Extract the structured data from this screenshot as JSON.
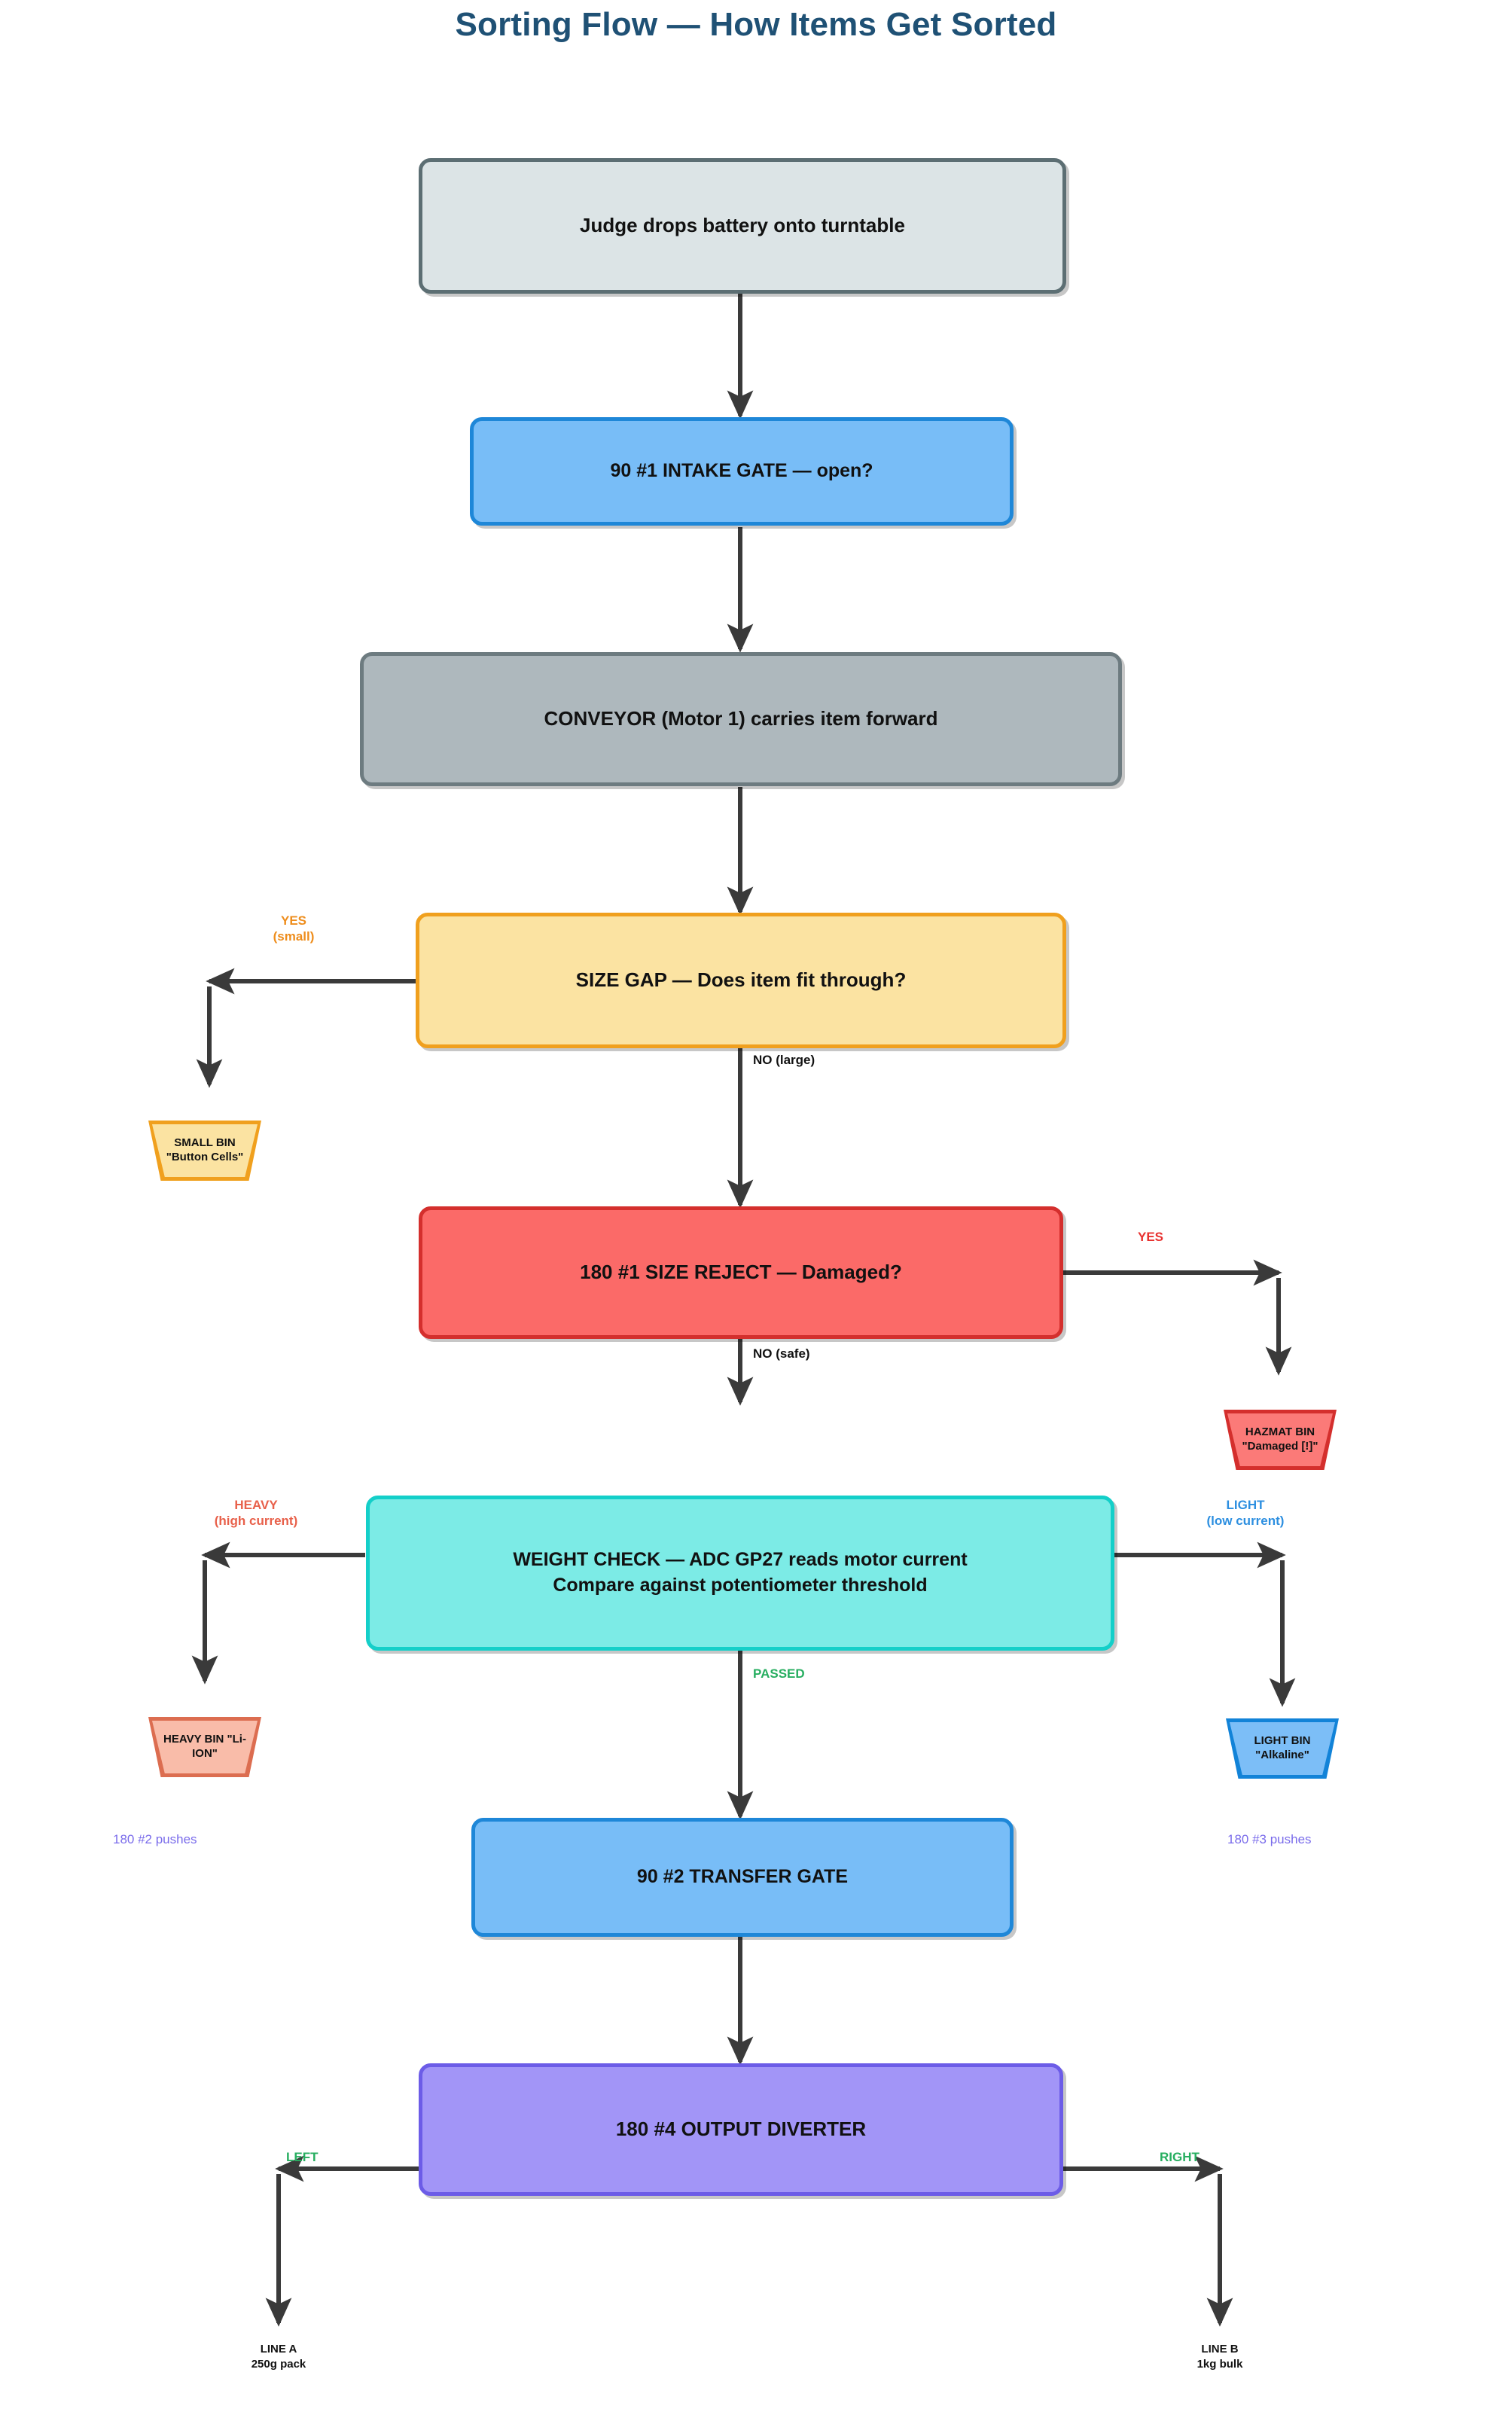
{
  "title": "Sorting Flow — How Items Get Sorted",
  "theme": {
    "title_color": "#1F5175",
    "start_fill": "#DCE4E6",
    "start_stroke": "#5C6E73",
    "blue_fill": "#78BDF7",
    "blue_stroke": "#1E87D8",
    "gray_fill": "#AEB8BD",
    "gray_stroke": "#6D7B80",
    "orange_fill": "#FBE3A2",
    "orange_stroke": "#F0A01E",
    "red_fill": "#FB6A68",
    "red_stroke": "#D42F2D",
    "teal_fill": "#7CEBE6",
    "teal_stroke": "#14CFC9",
    "purple_fill": "#A295F7",
    "purple_stroke": "#6C5CE7",
    "arrow_color": "#3A3A3A",
    "label_orange": "#EE8D1C",
    "label_red": "#E8302E",
    "label_heavy": "#E8604A",
    "label_light": "#2D8FE0",
    "label_green": "#27AE60",
    "label_purple": "#7A6CEB"
  },
  "nodes": {
    "start": "Judge drops battery onto turntable",
    "intake_gate": "90 #1 INTAKE GATE — open?",
    "conveyor": "CONVEYOR (Motor 1) carries item forward",
    "size_gap": "SIZE GAP — Does item fit through?",
    "size_reject": "180 #1 SIZE REJECT — Damaged?",
    "weight_check_line1": "WEIGHT CHECK — ADC GP27 reads motor current",
    "weight_check_line2": "Compare against potentiometer threshold",
    "transfer_gate": "90 #2 TRANSFER GATE",
    "output_diverter": "180 #4 OUTPUT DIVERTER"
  },
  "bins": {
    "small": "SMALL BIN\n\"Button Cells\"",
    "hazmat": "HAZMAT BIN\n\"Damaged [!]\"",
    "heavy": "HEAVY BIN\n\"Li-ION\"",
    "light": "LIGHT BIN\n\"Alkaline\""
  },
  "edge_labels": {
    "yes_small": "YES\n(small)",
    "no_large": "NO (large)",
    "yes_damaged": "YES",
    "no_safe": "NO (safe)",
    "heavy": "HEAVY\n(high current)",
    "light": "LIGHT\n(low current)",
    "passed": "PASSED",
    "push2": "180 #2 pushes",
    "push3": "180 #3 pushes",
    "left": "LEFT",
    "right": "RIGHT"
  },
  "terminals": {
    "line_a": "LINE A\n250g pack",
    "line_b": "LINE B\n1kg bulk"
  }
}
